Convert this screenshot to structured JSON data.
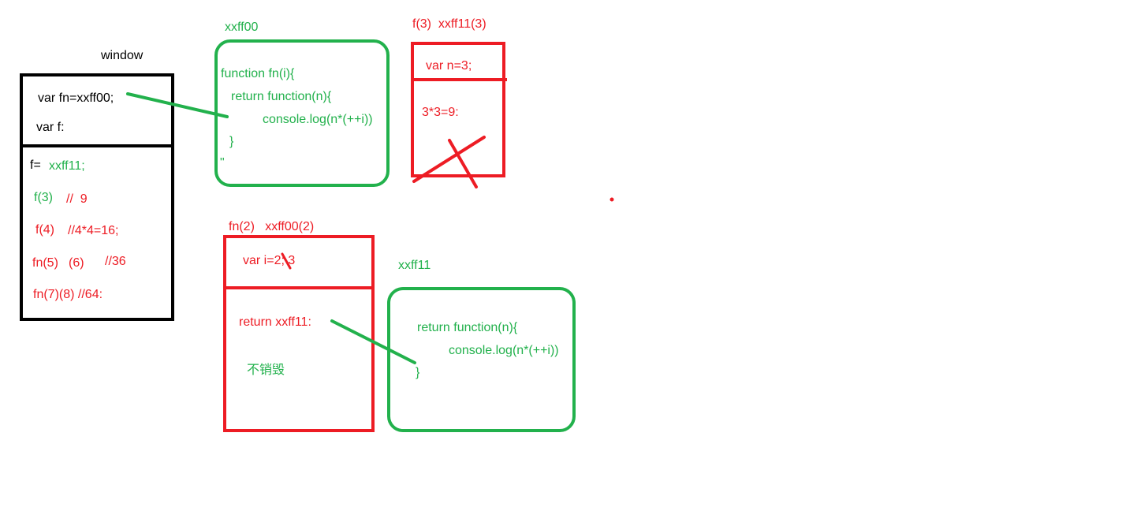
{
  "colors": {
    "black": "#000000",
    "green": "#22b14c",
    "red": "#ed1c24"
  },
  "window": {
    "label": "window",
    "top": {
      "line1": "var fn=xxff00;",
      "line2": "var f:"
    },
    "bottom": {
      "f_eq": "f=",
      "f_val": "xxff11;",
      "f3": "f(3)",
      "f3_comment": "//  9",
      "f4_call": "f(4)",
      "f4_comment": "//4*4=16;",
      "fn5": "fn(5)",
      "fn5_inner": "(6)",
      "fn5_comment": "//36",
      "fn7": "fn(7)(8) //64:"
    }
  },
  "heap_xxff00": {
    "label": "xxff00",
    "code": {
      "line1": "function fn(i){",
      "line2": "return function(n){",
      "line3": "console.log(n*(++i))",
      "line4": "}",
      "line5": "\""
    }
  },
  "exec_f3": {
    "label": "f(3)  xxff11(3)",
    "var_line": "var n=3;",
    "result": "3*3=9:"
  },
  "exec_fn2": {
    "label": "fn(2)   xxff00(2)",
    "var_line": "var i=2; 3",
    "return_line": "return xxff11:",
    "note": "不销毁"
  },
  "heap_xxff11": {
    "label": "xxff11",
    "code": {
      "line1": "return function(n){",
      "line2": "console.log(n*(++i))",
      "line3": "}"
    }
  }
}
